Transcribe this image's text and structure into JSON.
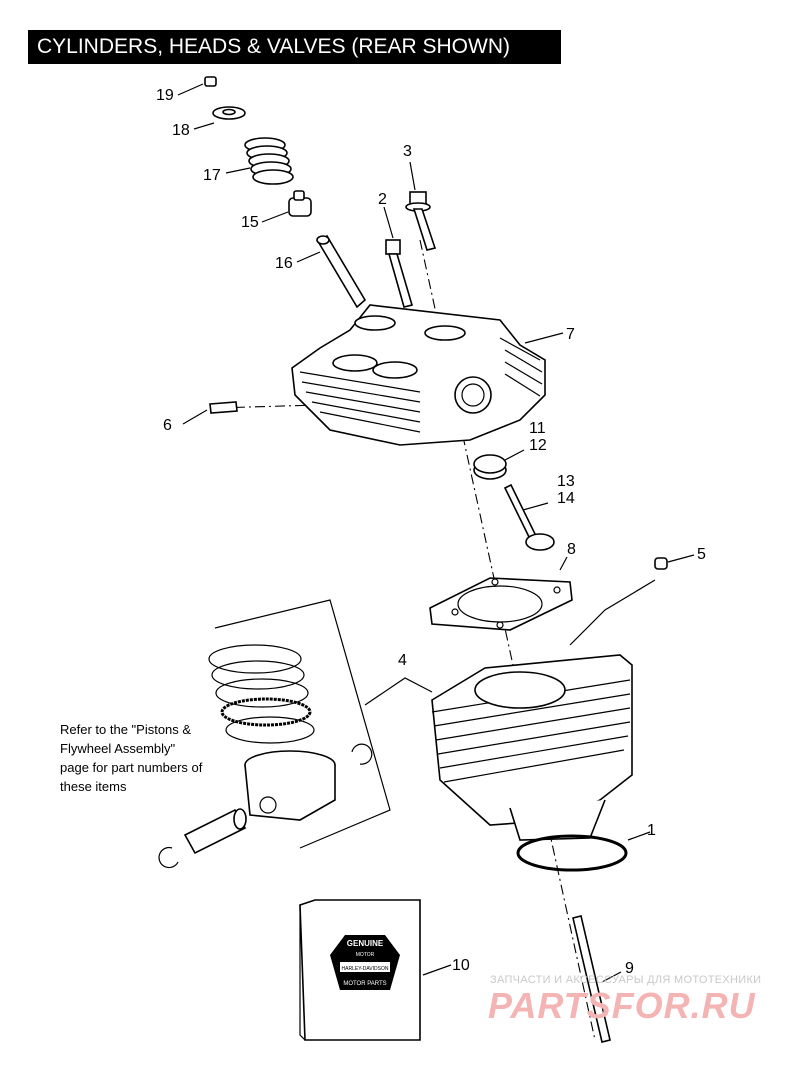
{
  "title": "CYLINDERS, HEADS & VALVES (REAR SHOWN)",
  "note": {
    "lines": [
      "Refer to the \"Pistons &",
      "Flywheel Assembly\"",
      "page for part numbers of",
      "these items"
    ]
  },
  "callouts": [
    "1",
    "2",
    "3",
    "4",
    "5",
    "6",
    "7",
    "8",
    "9",
    "10",
    "11",
    "12",
    "13",
    "14",
    "15",
    "16",
    "17",
    "18",
    "19"
  ],
  "package_logo": {
    "top": "GENUINE",
    "mid1": "MOTOR",
    "brand": "HARLEY-DAVIDSON",
    "bottom": "MOTOR PARTS"
  },
  "watermark": {
    "line1": "ЗАПЧАСТИ И АКСЕССУАРЫ ДЛЯ МОТОТЕХНИКИ",
    "logo": "PARTSFOR.RU"
  },
  "colors": {
    "ink": "#000000",
    "title_bg": "#000000",
    "title_text": "#ffffff",
    "watermark": "#f4b4b4"
  }
}
